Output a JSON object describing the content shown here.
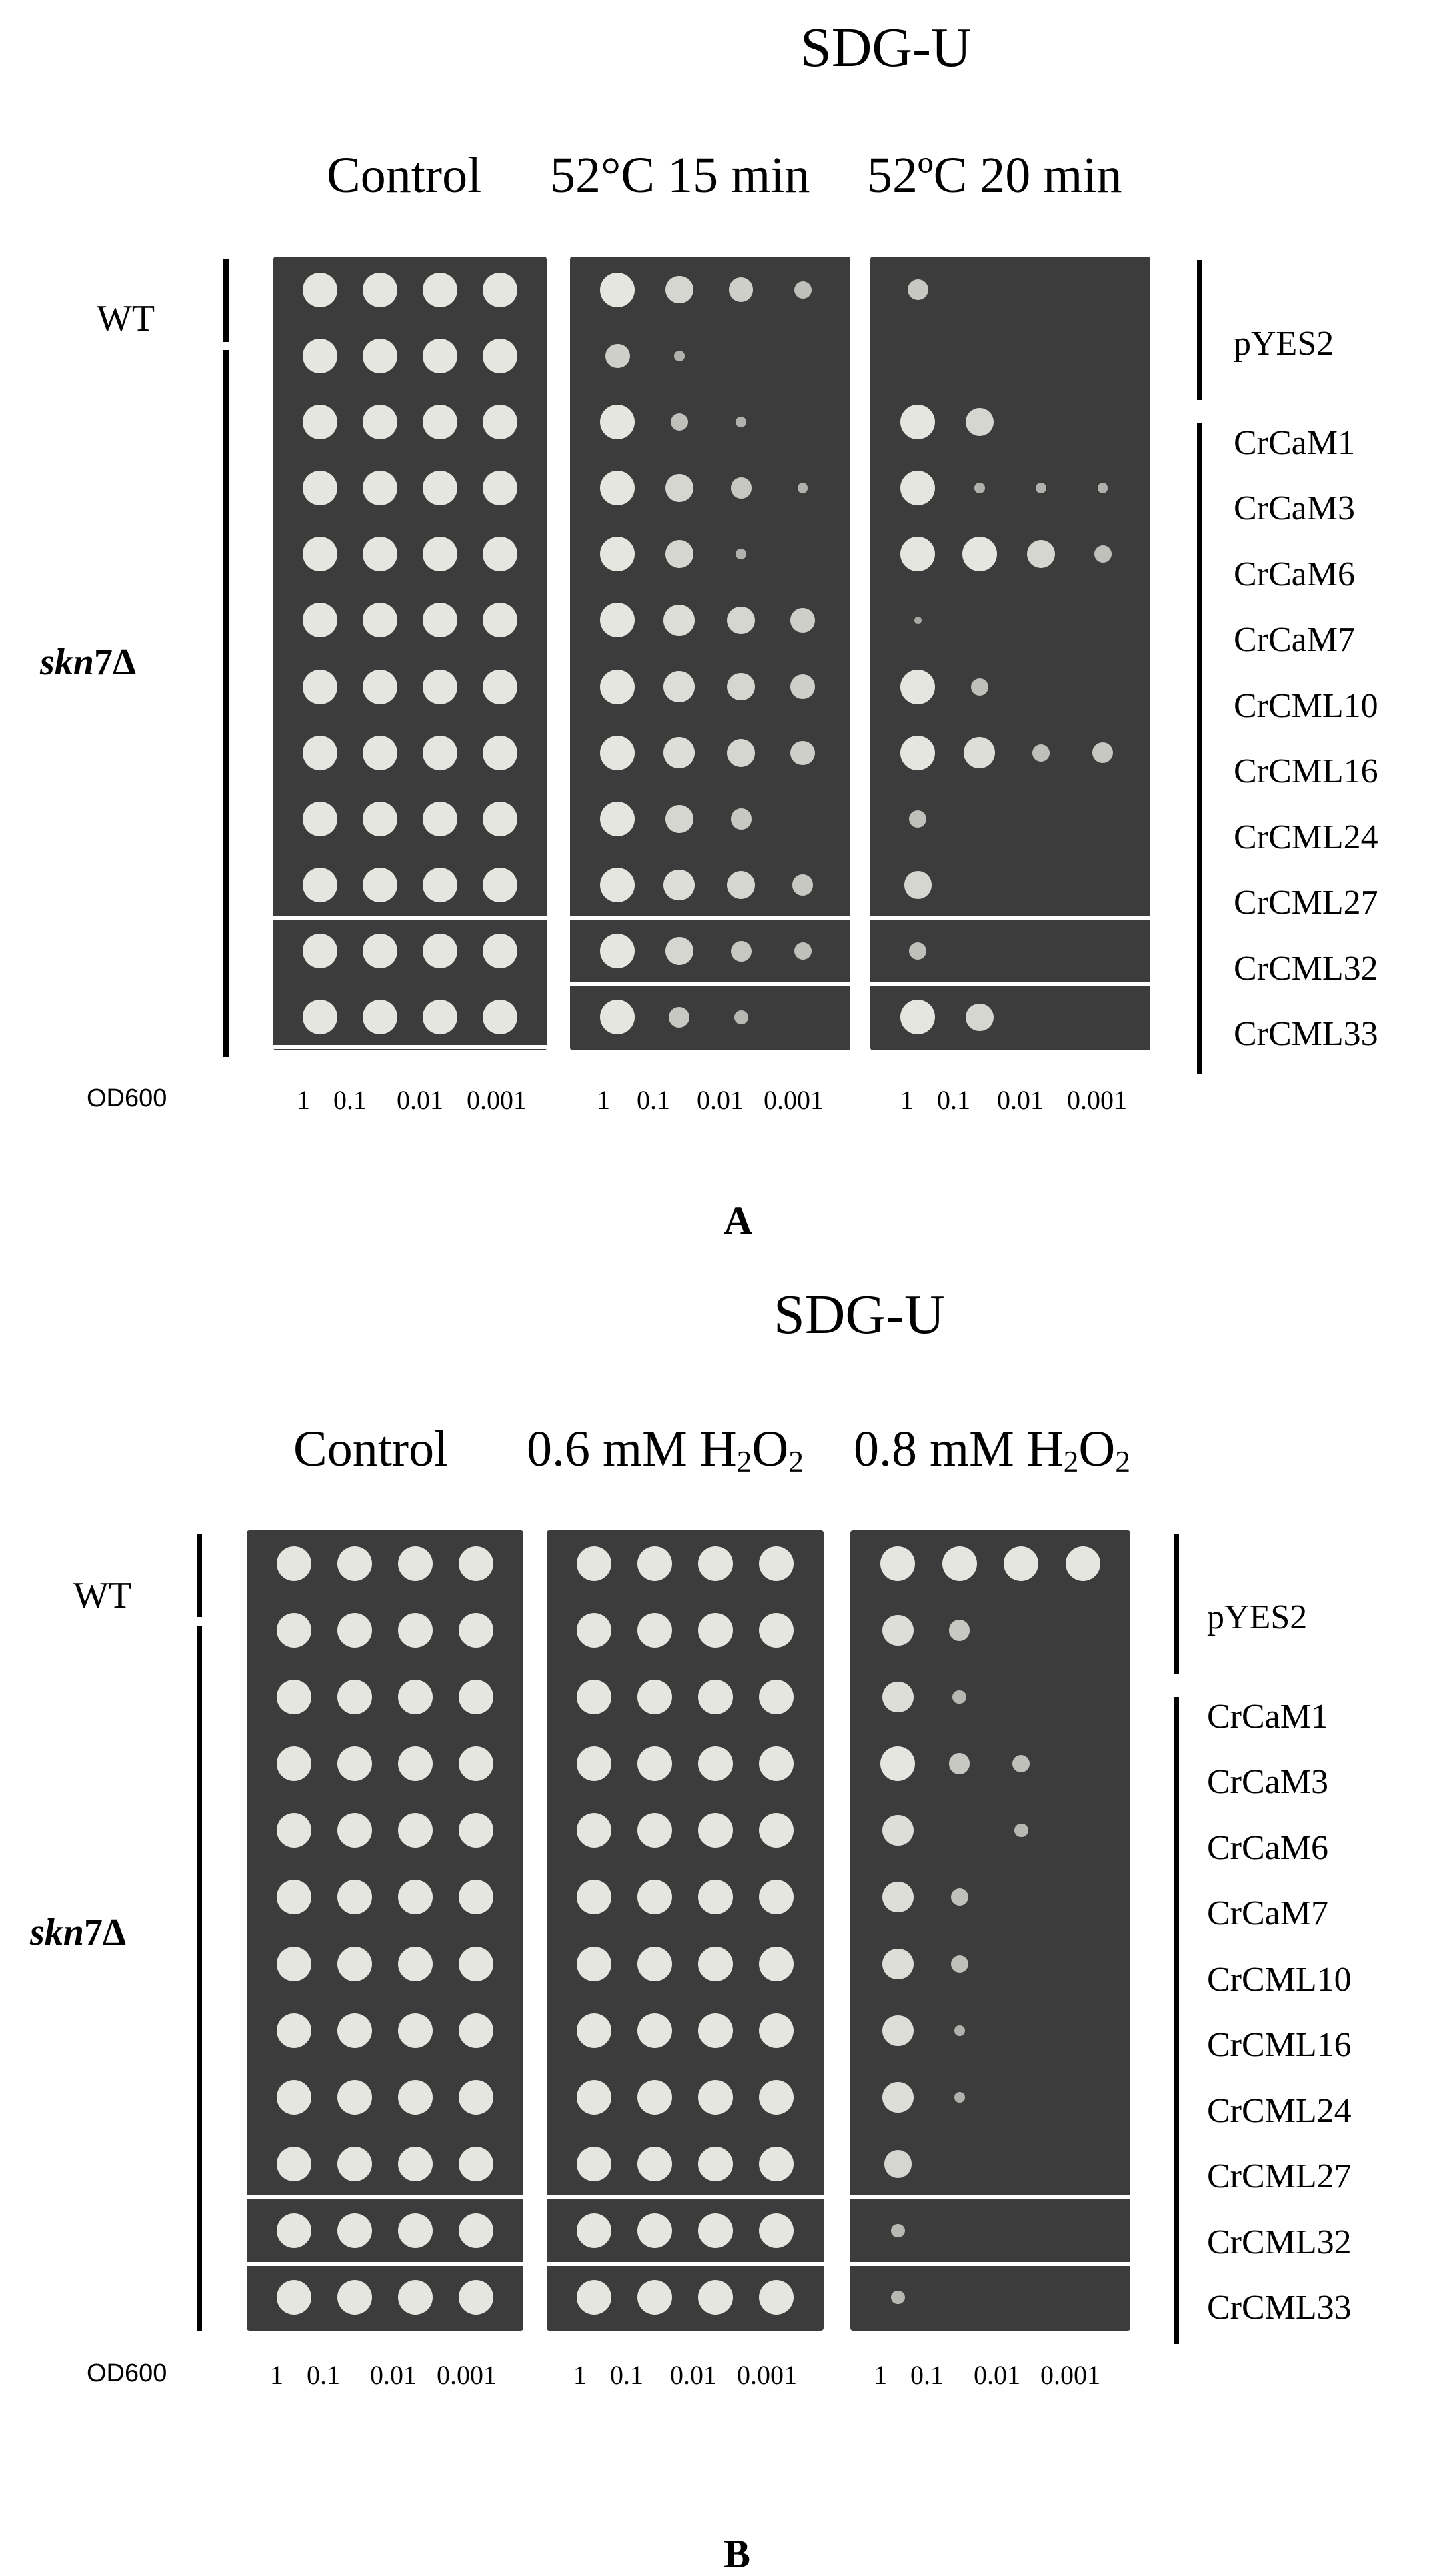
{
  "panelA": {
    "title": "SDG-U",
    "conditions": [
      "Control",
      "52°C 15 min",
      "52ºC 20 min"
    ],
    "letter": "A"
  },
  "panelB": {
    "title": "SDG-U",
    "conditions": [
      "Control",
      "0.6 mM H2O2",
      "0.8 mM H2O2"
    ],
    "letter": "B"
  },
  "labels": {
    "wt": "WT",
    "mutant_italic": "skn",
    "mutant_suffix": "7Δ",
    "od_label": "OD600"
  },
  "dilutions": [
    "1",
    "0.1",
    "0.01",
    "0.001"
  ],
  "strains": [
    "pYES2",
    "CrCaM1",
    "CrCaM3",
    "CrCaM6",
    "CrCaM7",
    "CrCML10",
    "CrCML16",
    "CrCML24",
    "CrCML27",
    "CrCML32",
    "CrCML33"
  ],
  "colors": {
    "plate": "#3c3c3c",
    "colony": "#e6e6e0"
  }
}
